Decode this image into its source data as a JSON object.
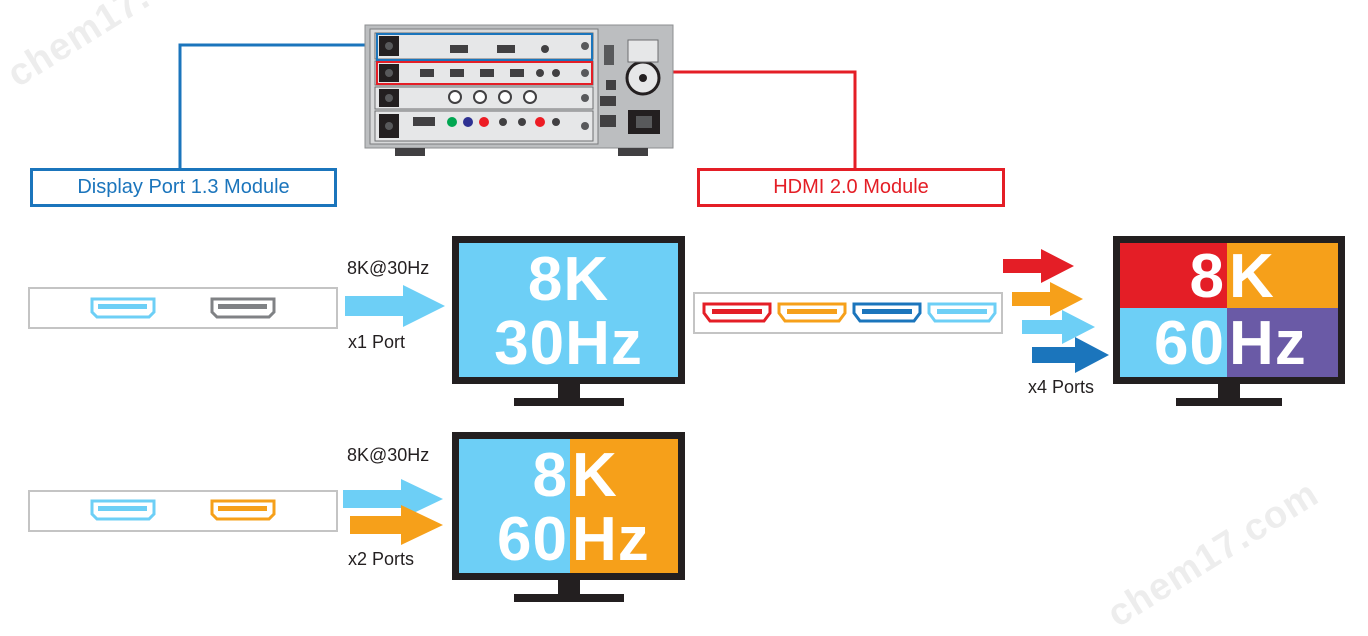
{
  "watermarks": [
    "chem17.com",
    "chem17.com"
  ],
  "modules": {
    "displayport": {
      "label": "Display Port 1.3 Module",
      "color": "#1b75bc"
    },
    "hdmi": {
      "label": "HDMI 2.0 Module",
      "color": "#e41e26"
    }
  },
  "rows": {
    "dp_single": {
      "signal": "8K@30Hz",
      "ports_label": "x1 Port",
      "screen_top": "8K",
      "screen_bottom": "30Hz"
    },
    "dp_dual": {
      "signal": "8K@30Hz",
      "ports_label": "x2 Ports",
      "screen_top_left": "8",
      "screen_top_right": "K",
      "screen_bottom_left": "60",
      "screen_bottom_right": "Hz"
    },
    "hdmi_quad": {
      "ports_label": "x4 Ports",
      "screen_top_left": "8",
      "screen_top_right": "K",
      "screen_bottom_left": "60",
      "screen_bottom_right": "Hz"
    }
  },
  "colors": {
    "light_blue": "#6dcff6",
    "orange": "#f6a01a",
    "red": "#e41e26",
    "dark_blue": "#1b75bc",
    "purple": "#6a5aa6",
    "monitor": "#231f20",
    "device_gray": "#bcbec0"
  }
}
